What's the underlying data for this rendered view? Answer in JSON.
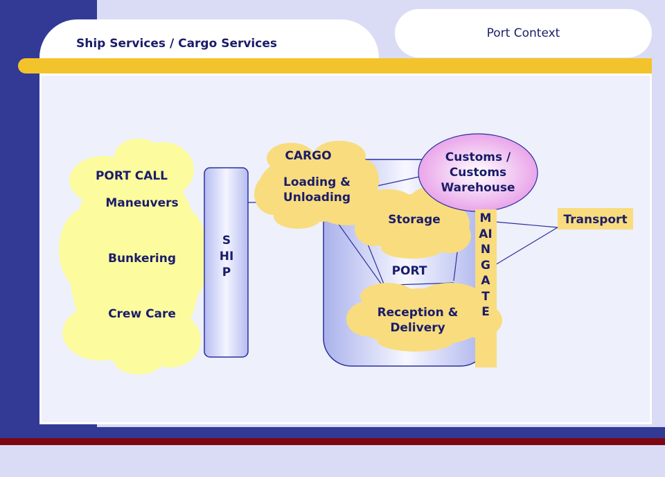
{
  "header": {
    "title": "Ship Services / Cargo Services",
    "context": "Port Context"
  },
  "diagram": {
    "port_call": {
      "title": "PORT CALL",
      "items": [
        "Maneuvers",
        "Bunkering",
        "Crew Care"
      ]
    },
    "ship_label": "SHIP",
    "cargo": {
      "title": "CARGO",
      "activity": "Loading & Unloading"
    },
    "customs": "Customs / Customs Warehouse",
    "storage": "Storage",
    "port": "PORT",
    "reception": "Reception & Delivery",
    "main_gate": "MAIN GATE",
    "transport": "Transport"
  },
  "colors": {
    "navy": "#323a96",
    "accent_yellow": "#f3c32c",
    "cloud_yellow": "#f9dc7d",
    "text": "#1a1c6a",
    "dark_red": "#7c0712"
  }
}
